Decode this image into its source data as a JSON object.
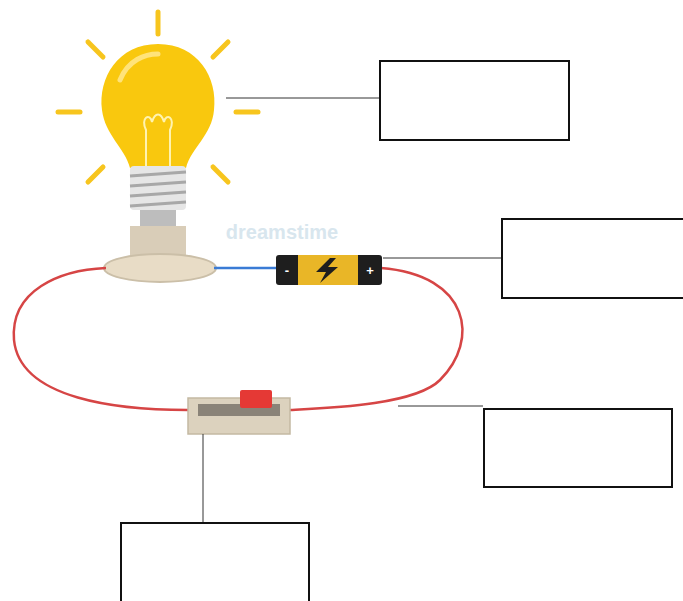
{
  "diagram": {
    "labels": [
      "-",
      "+",
      "dreamstime"
    ]
  }
}
